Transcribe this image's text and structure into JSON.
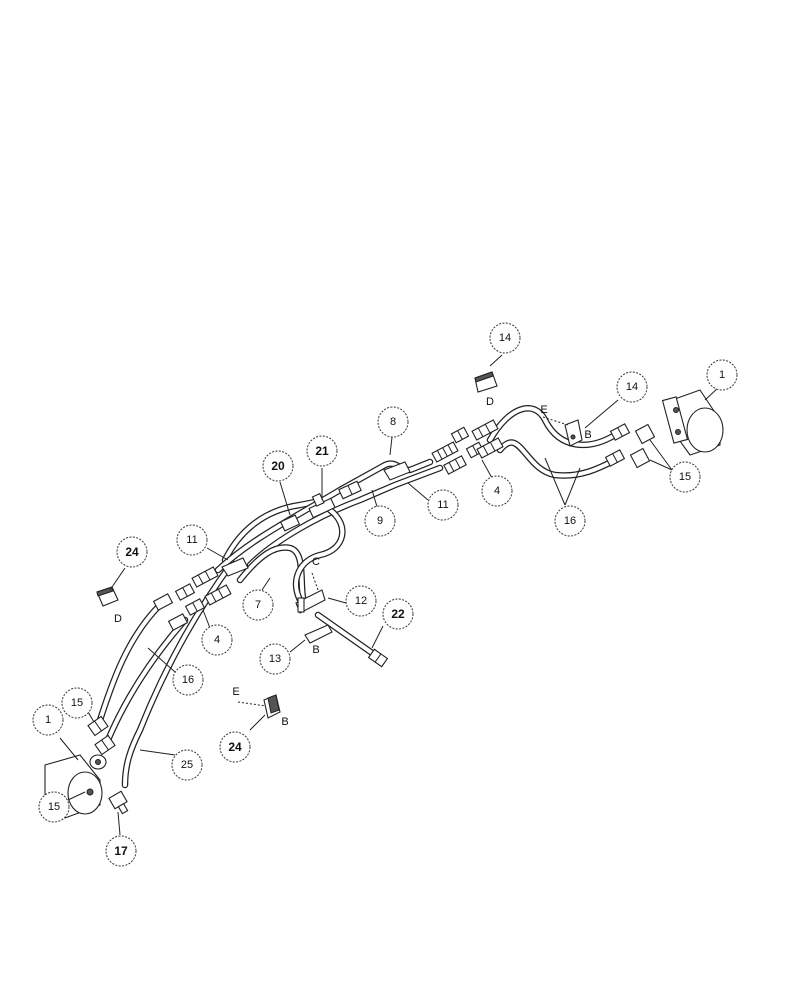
{
  "callouts": [
    {
      "label": "14",
      "bold": false
    },
    {
      "label": "1",
      "bold": false
    },
    {
      "label": "14",
      "bold": false
    },
    {
      "label": "8",
      "bold": false
    },
    {
      "label": "21",
      "bold": true
    },
    {
      "label": "20",
      "bold": true
    },
    {
      "label": "15",
      "bold": false
    },
    {
      "label": "4",
      "bold": false
    },
    {
      "label": "11",
      "bold": false
    },
    {
      "label": "9",
      "bold": false
    },
    {
      "label": "16",
      "bold": false
    },
    {
      "label": "11",
      "bold": false
    },
    {
      "label": "24",
      "bold": true
    },
    {
      "label": "12",
      "bold": false
    },
    {
      "label": "22",
      "bold": true
    },
    {
      "label": "7",
      "bold": false
    },
    {
      "label": "4",
      "bold": false
    },
    {
      "label": "13",
      "bold": false
    },
    {
      "label": "16",
      "bold": false
    },
    {
      "label": "15",
      "bold": false
    },
    {
      "label": "1",
      "bold": false
    },
    {
      "label": "24",
      "bold": true
    },
    {
      "label": "25",
      "bold": false
    },
    {
      "label": "15",
      "bold": false
    },
    {
      "label": "17",
      "bold": true
    }
  ],
  "letters": [
    "D",
    "E",
    "B",
    "D",
    "C",
    "B",
    "E",
    "B"
  ]
}
